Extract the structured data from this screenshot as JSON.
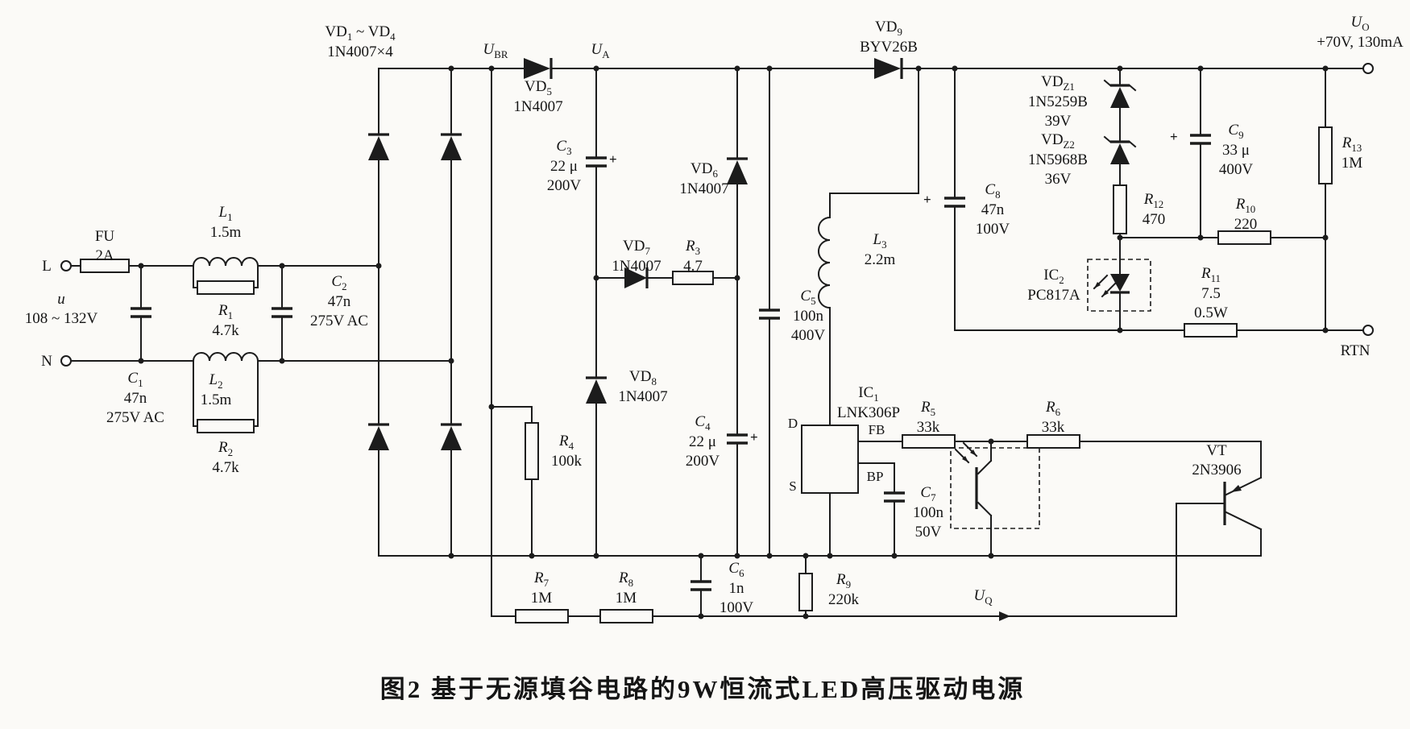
{
  "diagram": {
    "caption": "图2  基于无源填谷电路的9W恒流式LED高压驱动电源",
    "plus": "+",
    "colors": {
      "ink": "#1c1c1c",
      "paper": "#fbfaf7"
    },
    "labels": {
      "term_l": [
        [
          {
            "t": "L"
          }
        ]
      ],
      "term_n": [
        [
          {
            "t": "N"
          }
        ]
      ],
      "input_u": [
        [
          {
            "t": "u",
            "i": 1
          }
        ],
        [
          {
            "t": "108 ~ 132V"
          }
        ]
      ],
      "fu": [
        [
          {
            "t": "FU"
          }
        ],
        [
          {
            "t": "2A"
          }
        ]
      ],
      "c1": [
        [
          {
            "t": "C",
            "i": 1
          },
          {
            "t": "1",
            "s": 1
          }
        ],
        [
          {
            "t": "47n"
          }
        ],
        [
          {
            "t": "275V AC"
          }
        ]
      ],
      "l1": [
        [
          {
            "t": "L",
            "i": 1
          },
          {
            "t": "1",
            "s": 1
          }
        ],
        [
          {
            "t": "1.5m"
          }
        ]
      ],
      "r1": [
        [
          {
            "t": "R",
            "i": 1
          },
          {
            "t": "1",
            "s": 1
          }
        ],
        [
          {
            "t": "4.7k"
          }
        ]
      ],
      "l2": [
        [
          {
            "t": "L",
            "i": 1
          },
          {
            "t": "2",
            "s": 1
          }
        ],
        [
          {
            "t": "1.5m"
          }
        ]
      ],
      "r2": [
        [
          {
            "t": "R",
            "i": 1
          },
          {
            "t": "2",
            "s": 1
          }
        ],
        [
          {
            "t": "4.7k"
          }
        ]
      ],
      "c2": [
        [
          {
            "t": "C",
            "i": 1
          },
          {
            "t": "2",
            "s": 1
          }
        ],
        [
          {
            "t": "47n"
          }
        ],
        [
          {
            "t": "275V AC"
          }
        ]
      ],
      "vd_bridge": [
        [
          {
            "t": "VD"
          },
          {
            "t": "1",
            "s": 1
          },
          {
            "t": " ~ VD"
          },
          {
            "t": "4",
            "s": 1
          }
        ],
        [
          {
            "t": "1N4007×4"
          }
        ]
      ],
      "u_br": [
        [
          {
            "t": "U",
            "i": 1
          },
          {
            "t": "BR",
            "s": 1
          }
        ]
      ],
      "vd5": [
        [
          {
            "t": "VD"
          },
          {
            "t": "5",
            "s": 1
          }
        ],
        [
          {
            "t": "1N4007"
          }
        ]
      ],
      "u_a": [
        [
          {
            "t": "U",
            "i": 1
          },
          {
            "t": "A",
            "s": 1
          }
        ]
      ],
      "c3": [
        [
          {
            "t": "C",
            "i": 1
          },
          {
            "t": "3",
            "s": 1
          }
        ],
        [
          {
            "t": "22 μ"
          }
        ],
        [
          {
            "t": "200V"
          }
        ]
      ],
      "vd6": [
        [
          {
            "t": "VD"
          },
          {
            "t": "6",
            "s": 1
          }
        ],
        [
          {
            "t": "1N4007"
          }
        ]
      ],
      "vd7": [
        [
          {
            "t": "VD"
          },
          {
            "t": "7",
            "s": 1
          }
        ],
        [
          {
            "t": "1N4007"
          }
        ]
      ],
      "r3": [
        [
          {
            "t": "R",
            "i": 1
          },
          {
            "t": "3",
            "s": 1
          }
        ],
        [
          {
            "t": "4.7"
          }
        ]
      ],
      "vd8": [
        [
          {
            "t": "VD"
          },
          {
            "t": "8",
            "s": 1
          }
        ],
        [
          {
            "t": "1N4007"
          }
        ]
      ],
      "c4": [
        [
          {
            "t": "C",
            "i": 1
          },
          {
            "t": "4",
            "s": 1
          }
        ],
        [
          {
            "t": "22 μ"
          }
        ],
        [
          {
            "t": "200V"
          }
        ]
      ],
      "r4": [
        [
          {
            "t": "R",
            "i": 1
          },
          {
            "t": "4",
            "s": 1
          }
        ],
        [
          {
            "t": "100k"
          }
        ]
      ],
      "c5": [
        [
          {
            "t": "C",
            "i": 1
          },
          {
            "t": "5",
            "s": 1
          }
        ],
        [
          {
            "t": "100n"
          }
        ],
        [
          {
            "t": "400V"
          }
        ]
      ],
      "l3": [
        [
          {
            "t": "L",
            "i": 1
          },
          {
            "t": "3",
            "s": 1
          }
        ],
        [
          {
            "t": "2.2m"
          }
        ]
      ],
      "vd9": [
        [
          {
            "t": "VD"
          },
          {
            "t": "9",
            "s": 1
          }
        ],
        [
          {
            "t": "BYV26B"
          }
        ]
      ],
      "u_o": [
        [
          {
            "t": "U",
            "i": 1
          },
          {
            "t": "O",
            "s": 1
          }
        ],
        [
          {
            "t": "+70V, 130mA"
          }
        ]
      ],
      "c8": [
        [
          {
            "t": "C",
            "i": 1
          },
          {
            "t": "8",
            "s": 1
          }
        ],
        [
          {
            "t": "47n"
          }
        ],
        [
          {
            "t": "100V"
          }
        ]
      ],
      "vdz1": [
        [
          {
            "t": "VD"
          },
          {
            "t": "Z1",
            "s": 1
          }
        ],
        [
          {
            "t": "1N5259B"
          }
        ],
        [
          {
            "t": "39V"
          }
        ]
      ],
      "vdz2": [
        [
          {
            "t": "VD"
          },
          {
            "t": "Z2",
            "s": 1
          }
        ],
        [
          {
            "t": "1N5968B"
          }
        ],
        [
          {
            "t": "36V"
          }
        ]
      ],
      "r12": [
        [
          {
            "t": "R",
            "i": 1
          },
          {
            "t": "12",
            "s": 1
          }
        ],
        [
          {
            "t": "470"
          }
        ]
      ],
      "c9": [
        [
          {
            "t": "C",
            "i": 1
          },
          {
            "t": "9",
            "s": 1
          }
        ],
        [
          {
            "t": "33 μ"
          }
        ],
        [
          {
            "t": "400V"
          }
        ]
      ],
      "r10": [
        [
          {
            "t": "R",
            "i": 1
          },
          {
            "t": "10",
            "s": 1
          }
        ],
        [
          {
            "t": "220"
          }
        ]
      ],
      "r13": [
        [
          {
            "t": "R",
            "i": 1
          },
          {
            "t": "13",
            "s": 1
          }
        ],
        [
          {
            "t": "1M"
          }
        ]
      ],
      "r11": [
        [
          {
            "t": "R",
            "i": 1
          },
          {
            "t": "11",
            "s": 1
          }
        ],
        [
          {
            "t": "7.5"
          }
        ],
        [
          {
            "t": "0.5W"
          }
        ]
      ],
      "ic2": [
        [
          {
            "t": "IC"
          },
          {
            "t": "2",
            "s": 1
          }
        ],
        [
          {
            "t": "PC817A"
          }
        ]
      ],
      "rtn": [
        [
          {
            "t": "RTN"
          }
        ]
      ],
      "ic1": [
        [
          {
            "t": "IC"
          },
          {
            "t": "1",
            "s": 1
          }
        ],
        [
          {
            "t": "LNK306P"
          }
        ]
      ],
      "pin_d": [
        [
          {
            "t": "D"
          }
        ]
      ],
      "pin_s": [
        [
          {
            "t": "S"
          }
        ]
      ],
      "pin_fb": [
        [
          {
            "t": "FB"
          }
        ]
      ],
      "pin_bp": [
        [
          {
            "t": "BP"
          }
        ]
      ],
      "c7": [
        [
          {
            "t": "C",
            "i": 1
          },
          {
            "t": "7",
            "s": 1
          }
        ],
        [
          {
            "t": "100n"
          }
        ],
        [
          {
            "t": "50V"
          }
        ]
      ],
      "r5": [
        [
          {
            "t": "R",
            "i": 1
          },
          {
            "t": "5",
            "s": 1
          }
        ],
        [
          {
            "t": "33k"
          }
        ]
      ],
      "r6": [
        [
          {
            "t": "R",
            "i": 1
          },
          {
            "t": "6",
            "s": 1
          }
        ],
        [
          {
            "t": "33k"
          }
        ]
      ],
      "vt": [
        [
          {
            "t": "VT"
          }
        ],
        [
          {
            "t": "2N3906"
          }
        ]
      ],
      "r7": [
        [
          {
            "t": "R",
            "i": 1
          },
          {
            "t": "7",
            "s": 1
          }
        ],
        [
          {
            "t": "1M"
          }
        ]
      ],
      "r8": [
        [
          {
            "t": "R",
            "i": 1
          },
          {
            "t": "8",
            "s": 1
          }
        ],
        [
          {
            "t": "1M"
          }
        ]
      ],
      "c6": [
        [
          {
            "t": "C",
            "i": 1
          },
          {
            "t": "6",
            "s": 1
          }
        ],
        [
          {
            "t": "1n"
          }
        ],
        [
          {
            "t": "100V"
          }
        ]
      ],
      "r9": [
        [
          {
            "t": "R",
            "i": 1
          },
          {
            "t": "9",
            "s": 1
          }
        ],
        [
          {
            "t": "220k"
          }
        ]
      ],
      "u_q": [
        [
          {
            "t": "U",
            "i": 1
          },
          {
            "t": "Q",
            "s": 1
          }
        ]
      ]
    }
  }
}
